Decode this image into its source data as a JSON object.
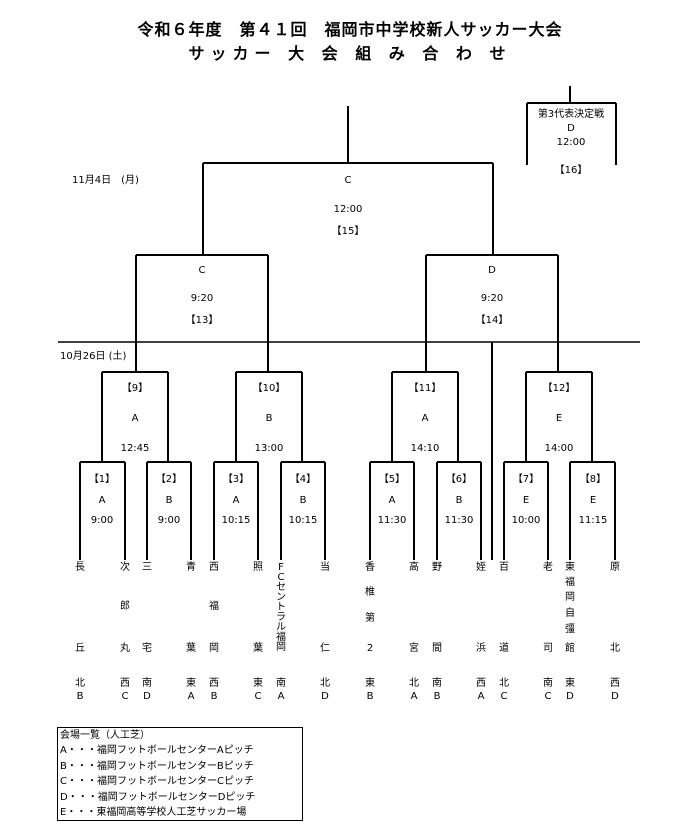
{
  "title": {
    "line1": "令和６年度　第４１回　福岡市中学校新人サッカー大会",
    "line2": "サッカー 大 会 組 み 合 わ せ"
  },
  "dates": {
    "final_day": "11月4日　(月)",
    "first_day": "10月26日 (土)"
  },
  "third_place": {
    "label": "第3代表決定戦",
    "venue": "D",
    "time": "12:00",
    "match_no": "【16】"
  },
  "matches": {
    "m15": {
      "venue": "C",
      "time": "12:00",
      "no": "【15】"
    },
    "m13": {
      "venue": "C",
      "time": "9:20",
      "no": "【13】"
    },
    "m14": {
      "venue": "D",
      "time": "9:20",
      "no": "【14】"
    },
    "m9": {
      "no": "【9】",
      "venue": "A",
      "time": "12:45"
    },
    "m10": {
      "no": "【10】",
      "venue": "B",
      "time": "13:00"
    },
    "m11": {
      "no": "【11】",
      "venue": "A",
      "time": "14:10"
    },
    "m12": {
      "no": "【12】",
      "venue": "E",
      "time": "14:00"
    },
    "m1": {
      "no": "【1】",
      "venue": "A",
      "time": "9:00"
    },
    "m2": {
      "no": "【2】",
      "venue": "B",
      "time": "9:00"
    },
    "m3": {
      "no": "【3】",
      "venue": "A",
      "time": "10:15"
    },
    "m4": {
      "no": "【4】",
      "venue": "B",
      "time": "10:15"
    },
    "m5": {
      "no": "【5】",
      "venue": "A",
      "time": "11:30"
    },
    "m6": {
      "no": "【6】",
      "venue": "B",
      "time": "11:30"
    },
    "m7": {
      "no": "【7】",
      "venue": "E",
      "time": "10:00"
    },
    "m8": {
      "no": "【8】",
      "venue": "E",
      "time": "11:15"
    }
  },
  "teams": [
    {
      "name": "長丘",
      "block": "北B"
    },
    {
      "name": "次郎丸",
      "block": "西C"
    },
    {
      "name": "三宅",
      "block": "南D"
    },
    {
      "name": "青葉",
      "block": "東A"
    },
    {
      "name": "西福岡",
      "block": "西B"
    },
    {
      "name": "照葉",
      "block": "東C"
    },
    {
      "name": "FCセントラル福岡",
      "block": "南A"
    },
    {
      "name": "当仁",
      "block": "北D"
    },
    {
      "name": "香椎第2",
      "block": "東B"
    },
    {
      "name": "高宮",
      "block": "北A"
    },
    {
      "name": "野間",
      "block": "南B"
    },
    {
      "name": "姪浜",
      "block": "西A"
    },
    {
      "name": "百道",
      "block": "北C"
    },
    {
      "name": "老司",
      "block": "南C"
    },
    {
      "name": "東福岡自彊館",
      "block": "東D"
    },
    {
      "name": "原北",
      "block": "西D"
    }
  ],
  "legend": {
    "title": "会場一覧（人工芝）",
    "items": [
      "A・・・福岡フットボールセンターAピッチ",
      "B・・・福岡フットボールセンターBピッチ",
      "C・・・福岡フットボールセンターCピッチ",
      "D・・・福岡フットボールセンターDピッチ",
      "E・・・東福岡高等学校人工芝サッカー場"
    ]
  }
}
